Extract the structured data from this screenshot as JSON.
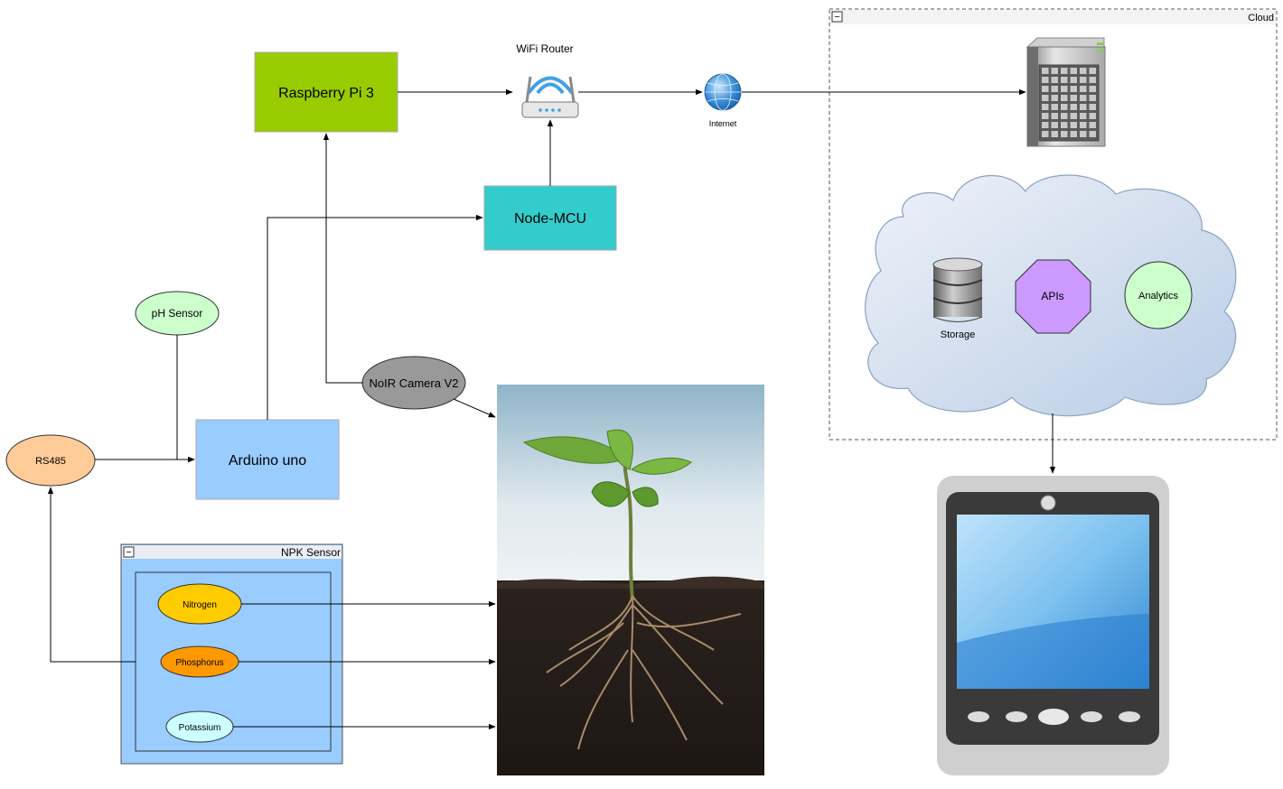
{
  "nodes": {
    "raspberry_pi": "Raspberry Pi 3",
    "wifi_router": "WiFi Router",
    "internet": "Internet",
    "node_mcu": "Node-MCU",
    "ph_sensor": "pH Sensor",
    "noir_camera": "NoIR Camera V2",
    "rs485": "RS485",
    "arduino": "Arduino uno",
    "storage": "Storage",
    "apis": "APIs",
    "analytics": "Analytics"
  },
  "groups": {
    "cloud": {
      "title": "Cloud",
      "collapse_glyph": "−"
    },
    "npk_sensor": {
      "title": "NPK Sensor",
      "collapse_glyph": "−",
      "items": [
        "Nitrogen",
        "Phosphorus",
        "Potassium"
      ]
    }
  },
  "icons": {
    "server": "server-tower-icon",
    "router": "wifi-router-icon",
    "internet": "globe-icon",
    "database": "database-icon",
    "phone": "smartphone-icon",
    "plant": "plant-seedling-photo"
  },
  "colors": {
    "raspberry_pi": "#99cc00",
    "node_mcu": "#33cccc",
    "arduino": "#99ccff",
    "ph_sensor": "#ccffcc",
    "rs485": "#ffcc99",
    "noir_camera": "#999999",
    "apis": "#cc99ff",
    "analytics": "#ccffcc",
    "nitrogen": "#ffcc00",
    "phosphorus": "#ff9900",
    "potassium": "#ccffff",
    "npk_panel": "#99ccff",
    "cloud_fill": "#dce6f2"
  }
}
